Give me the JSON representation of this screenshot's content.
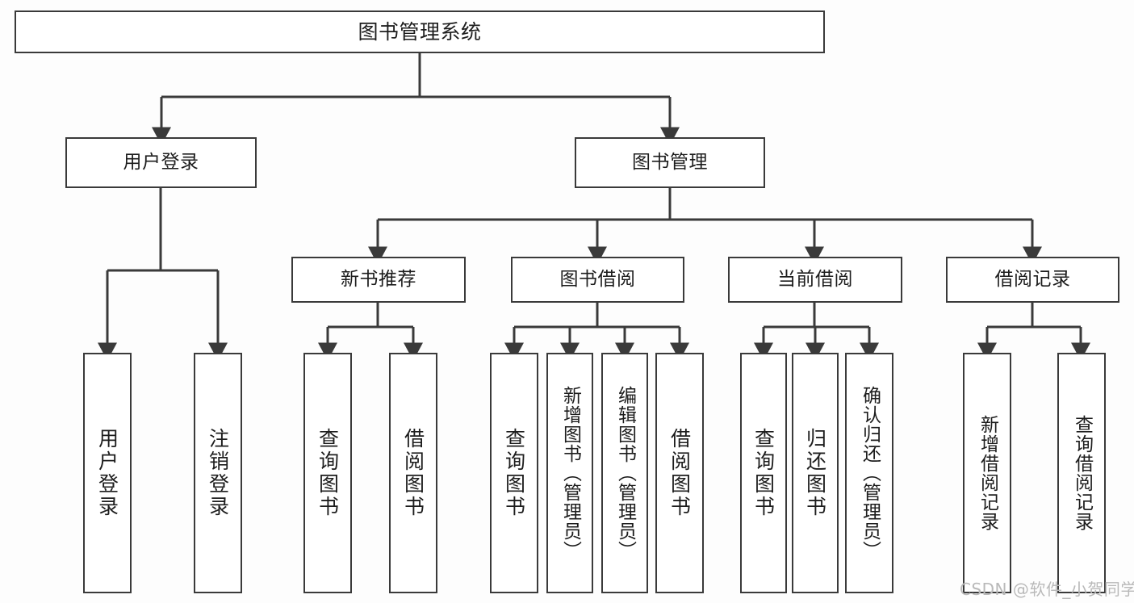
{
  "diagram": {
    "type": "tree-hierarchy",
    "title": "图书管理系统",
    "background_color": "#fdfdfd",
    "line_color": "#3a3a3a",
    "box_fill": "#ffffff",
    "text_color": "#1d1d1d"
  },
  "nodes": {
    "root": {
      "label": "图书管理系统"
    },
    "level1": [
      {
        "label": "用户登录"
      },
      {
        "label": "图书管理"
      }
    ],
    "level2": [
      {
        "label": "新书推荐"
      },
      {
        "label": "图书借阅"
      },
      {
        "label": "当前借阅"
      },
      {
        "label": "借阅记录"
      }
    ],
    "leaves": {
      "user_login": [
        {
          "label": "用户登录"
        },
        {
          "label": "注销登录"
        }
      ],
      "new_book_recommend": [
        {
          "label": "查询图书"
        },
        {
          "label": "借阅图书"
        }
      ],
      "book_borrow": [
        {
          "label": "查询图书"
        },
        {
          "label": "新增图书（管理员）"
        },
        {
          "label": "编辑图书（管理员）"
        },
        {
          "label": "借阅图书"
        }
      ],
      "current_borrow": [
        {
          "label": "查询图书"
        },
        {
          "label": "归还图书"
        },
        {
          "label": "确认归还（管理员）"
        }
      ],
      "borrow_record": [
        {
          "label": "新增借阅记录"
        },
        {
          "label": "查询借阅记录"
        }
      ]
    }
  },
  "watermark": {
    "text": "CSDN @软件_小贺同学",
    "color": "#b9b9b9"
  }
}
